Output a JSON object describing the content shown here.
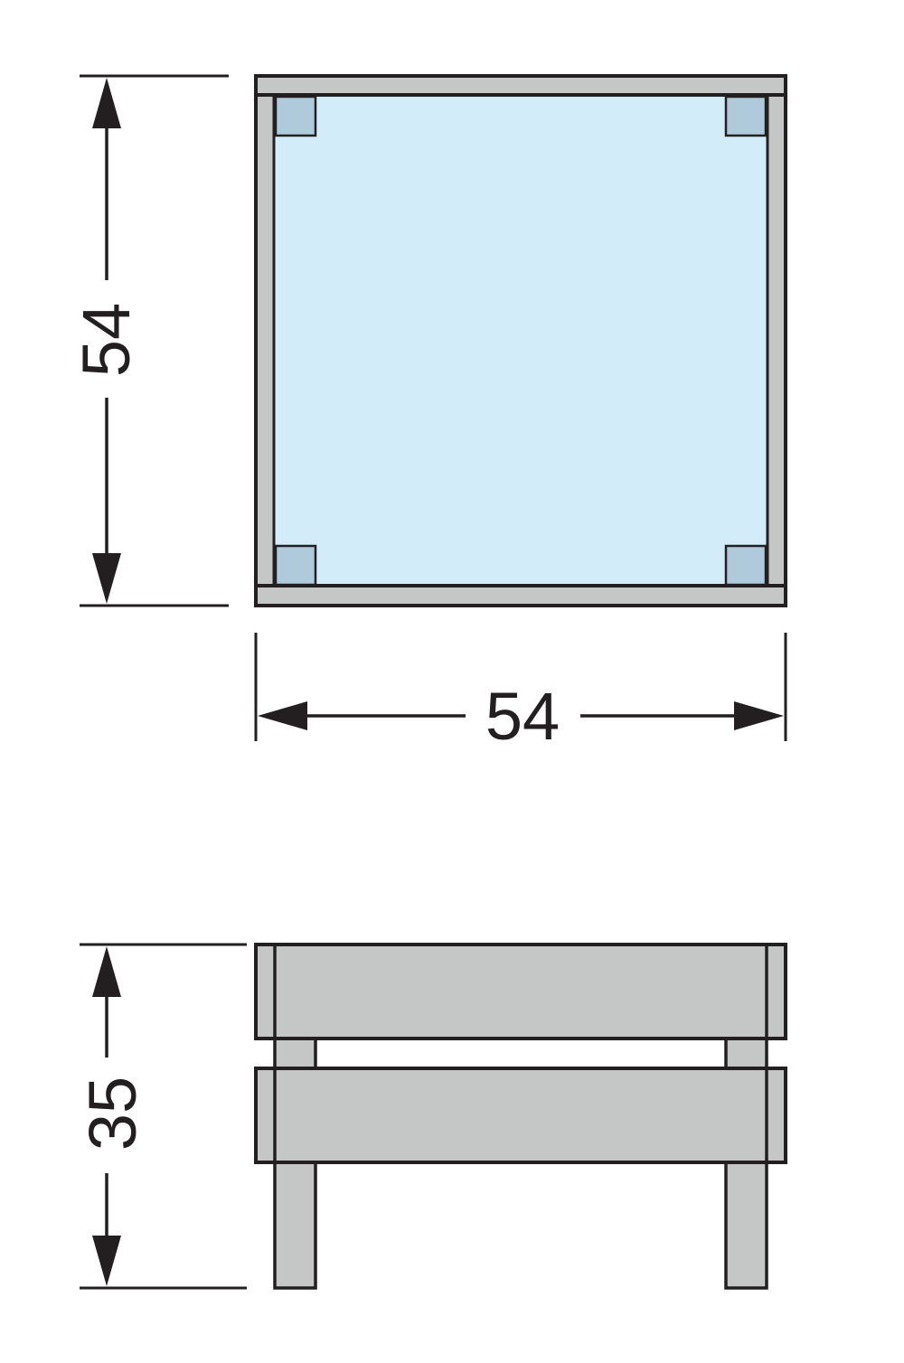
{
  "colors": {
    "background": "#ffffff",
    "stroke": "#231f20",
    "wood": "#c5c7c6",
    "glass": "#d3ecf9",
    "glass_corner": "#aecadb"
  },
  "top_view": {
    "height_dimension": "54",
    "width_dimension": "54"
  },
  "side_view": {
    "height_dimension": "35"
  }
}
